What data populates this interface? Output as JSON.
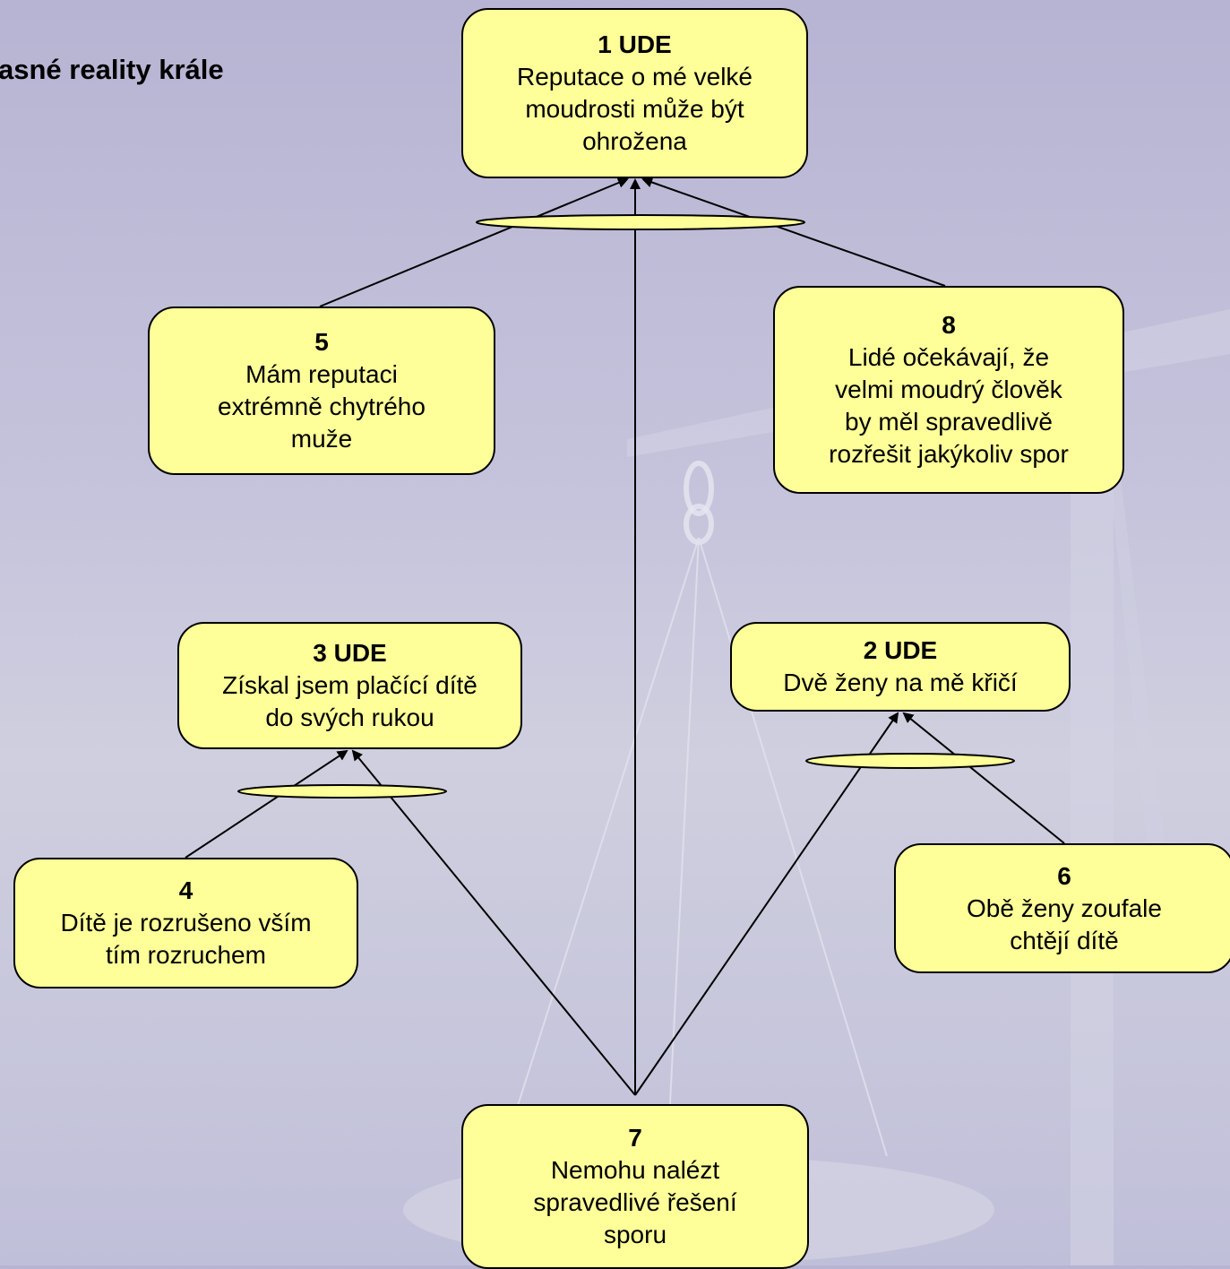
{
  "title": "asné reality krále",
  "colors": {
    "node_fill": "#ffff99",
    "node_border": "#000000",
    "background": "#c6c4dc"
  },
  "nodes": [
    {
      "id": "1",
      "number": "1 UDE",
      "text": "Reputace o mé velké\nmoudrosti může být\nohrožena"
    },
    {
      "id": "5",
      "number": "5",
      "text": "Mám reputaci\nextrémně chytrého\nmuže"
    },
    {
      "id": "8",
      "number": "8",
      "text": "Lidé očekávají, že\nvelmi moudrý člověk\nby měl spravedlivě\nrozřešit jakýkoliv spor"
    },
    {
      "id": "3",
      "number": "3 UDE",
      "text": "Získal jsem plačící dítě\ndo svých rukou"
    },
    {
      "id": "2",
      "number": "2 UDE",
      "text": "Dvě ženy na mě křičí"
    },
    {
      "id": "4",
      "number": "4",
      "text": "Dítě je rozrušeno vším\ntím rozruchem"
    },
    {
      "id": "6",
      "number": "6",
      "text": "Obě ženy zoufale\nchtějí dítě"
    },
    {
      "id": "7",
      "number": "7",
      "text": "Nemohu nalézt\nspravedlivé řešení\nsporu"
    }
  ],
  "edges": [
    {
      "from": "5",
      "to": "1",
      "and_group": "A"
    },
    {
      "from": "8",
      "to": "1",
      "and_group": "A"
    },
    {
      "from": "7",
      "to": "1",
      "and_group": "A"
    },
    {
      "from": "4",
      "to": "3",
      "and_group": "B"
    },
    {
      "from": "7",
      "to": "3",
      "and_group": "B"
    },
    {
      "from": "7",
      "to": "2",
      "and_group": "C"
    },
    {
      "from": "6",
      "to": "2",
      "and_group": "C"
    }
  ]
}
